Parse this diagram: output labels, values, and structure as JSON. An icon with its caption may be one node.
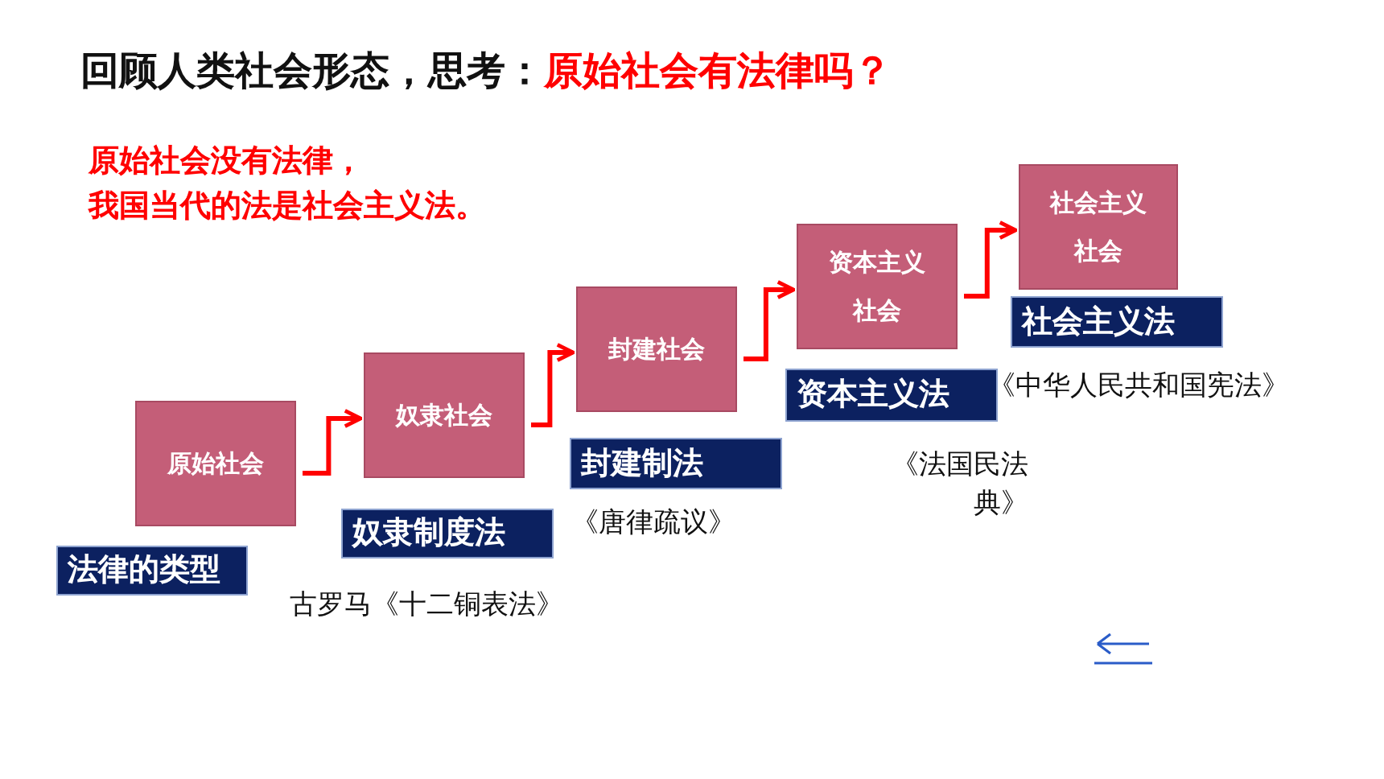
{
  "diagram": {
    "title": "回顾人类社会形态，思考：",
    "nodes": [
      {
        "text": [
          "原始社会"
        ]
      },
      {
        "text": [
          "奴隶社会"
        ]
      },
      {
        "text": [
          "封建社会"
        ]
      },
      {
        "text": [
          "资本主义社会"
        ]
      },
      {
        "text": [
          "社会主义社会"
        ]
      },
      {
        "text": [
          "法律的类型"
        ]
      },
      {
        "text": [
          "奴隶制度法"
        ],
        "beside": [
          "古罗马《十二铜表法》"
        ]
      },
      {
        "text": [
          "封建制法"
        ],
        "beside": [
          "《唐律疏议》"
        ]
      },
      {
        "text": [
          "资本主义法"
        ],
        "beside": [
          "《法国民法典》"
        ]
      },
      {
        "text": [
          "社会主义法"
        ]
      }
    ],
    "edges": [
      {
        "from": 0,
        "to": 1,
        "arrow": "to"
      },
      {
        "from": 1,
        "to": 2,
        "arrow": "to"
      },
      {
        "from": 2,
        "to": 3,
        "arrow": "to"
      },
      {
        "from": 3,
        "to": 4,
        "arrow": "to"
      }
    ],
    "labels": [
      "原始社会有法律吗？",
      "原始社会没有法律，",
      "我国当代的法是社会主义法。",
      "《中华人民共和国宪法》"
    ]
  }
}
